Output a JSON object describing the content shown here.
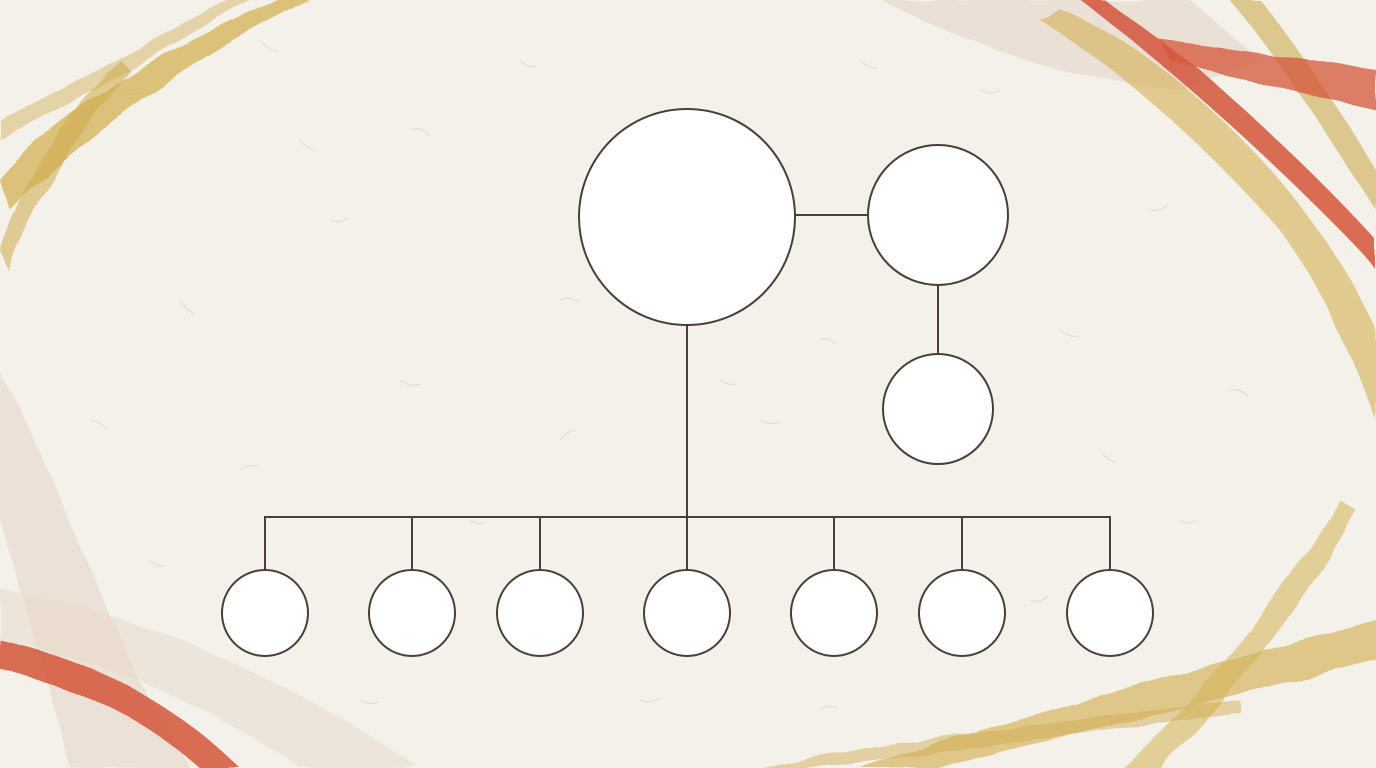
{
  "diagram": {
    "type": "hierarchy",
    "text": [],
    "nodes": [
      {
        "id": "root",
        "level": 0,
        "labeled": false
      },
      {
        "id": "partner",
        "level": 0,
        "labeled": false
      },
      {
        "id": "partner-child",
        "level": 1,
        "labeled": false
      },
      {
        "id": "child-1",
        "level": 2,
        "labeled": false
      },
      {
        "id": "child-2",
        "level": 2,
        "labeled": false
      },
      {
        "id": "child-3",
        "level": 2,
        "labeled": false
      },
      {
        "id": "child-4",
        "level": 2,
        "labeled": false
      },
      {
        "id": "child-5",
        "level": 2,
        "labeled": false
      },
      {
        "id": "child-6",
        "level": 2,
        "labeled": false
      },
      {
        "id": "child-7",
        "level": 2,
        "labeled": false
      }
    ],
    "edges": [
      {
        "from": "root",
        "to": "partner"
      },
      {
        "from": "partner",
        "to": "partner-child"
      },
      {
        "from": "root",
        "to": "child-1"
      },
      {
        "from": "root",
        "to": "child-2"
      },
      {
        "from": "root",
        "to": "child-3"
      },
      {
        "from": "root",
        "to": "child-4"
      },
      {
        "from": "root",
        "to": "child-5"
      },
      {
        "from": "root",
        "to": "child-6"
      },
      {
        "from": "root",
        "to": "child-7"
      }
    ]
  },
  "colors": {
    "paper": "#f3f1ea",
    "line": "#4a3f38",
    "node_fill": "#ffffff",
    "gold_stroke": "#d3b054",
    "red_stroke": "#d4553a",
    "beige_wash": "#e2cfc0"
  }
}
